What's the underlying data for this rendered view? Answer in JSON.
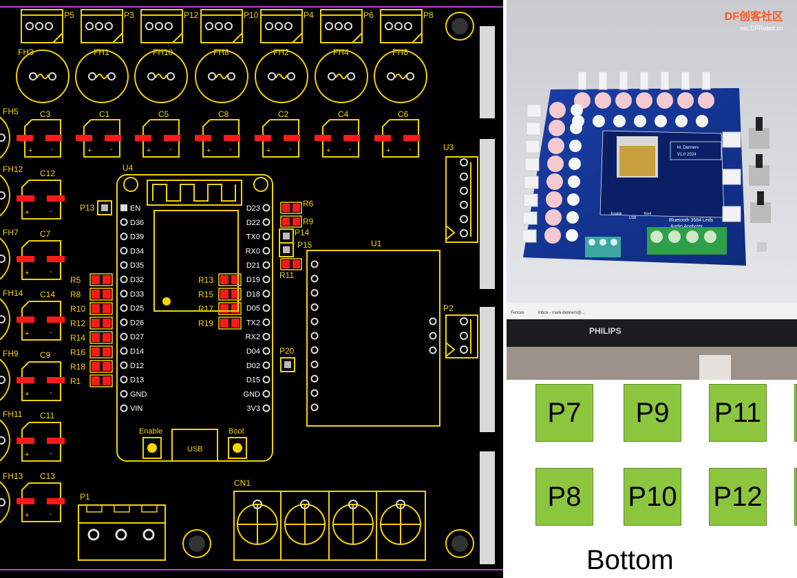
{
  "pcb": {
    "top_headers": [
      "P5",
      "P3",
      "P12",
      "P10",
      "P4",
      "P6",
      "P8"
    ],
    "fuse_holders_top": [
      "FH3",
      "FH1",
      "FH10",
      "FH8",
      "FH2",
      "FH4",
      "FH6"
    ],
    "caps_top": [
      "C3",
      "C1",
      "C5",
      "C8",
      "C2",
      "C4",
      "C6"
    ],
    "left_fuse_holders": [
      "FH5",
      "FH12",
      "FH7",
      "FH14",
      "FH9",
      "FH11",
      "FH13"
    ],
    "left_caps": [
      "C12",
      "C7",
      "C14",
      "C9",
      "C11",
      "C13"
    ],
    "resistors_left": [
      "R5",
      "R8",
      "R10",
      "R12",
      "R14",
      "R16",
      "R18",
      "R1"
    ],
    "resistors_mid": [
      "R13",
      "R15",
      "R17",
      "R19"
    ],
    "module": {
      "ref": "U4",
      "pins_left": [
        "EN",
        "D36",
        "D39",
        "D34",
        "D35",
        "D32",
        "D33",
        "D25",
        "D26",
        "D27",
        "D14",
        "D12",
        "D13",
        "GND",
        "VIN"
      ],
      "pins_right": [
        "D23",
        "D22",
        "TX0",
        "RX0",
        "D21",
        "D19",
        "D18",
        "D05",
        "TX2",
        "RX2",
        "D04",
        "D02",
        "D15",
        "GND",
        "3V3"
      ],
      "enable_label": "Enable",
      "usb_label": "USB",
      "boot_label": "Boot"
    },
    "p13": "P13",
    "r6": "R6",
    "r9": "R9",
    "p14": "P14",
    "p15": "P15",
    "r11": "R11",
    "p20": "P20",
    "u1": "U1",
    "u3": "U3",
    "p2": "P2",
    "p1": "P1",
    "cn1": "CN1"
  },
  "photo": {
    "watermark_main": "DF创客社区",
    "watermark_sub": "mc.DFRobot.cn",
    "board_text_1": "M. Danners",
    "board_text_2": "V1.0  2024",
    "board_text_3": "Bluetooth 3584 Leds",
    "board_text_4": "Audio Analyzer",
    "board_enable": "Enable",
    "board_usb": "USB",
    "board_boot": "Boot",
    "monitor_brand": "PHILIPS",
    "taskbar_1": "Fences",
    "taskbar_2": "Inbox - mark.danners@..."
  },
  "connectors": {
    "row1": [
      "P7",
      "P9",
      "P11"
    ],
    "row2": [
      "P8",
      "P10",
      "P12"
    ],
    "caption": "Bottom"
  }
}
